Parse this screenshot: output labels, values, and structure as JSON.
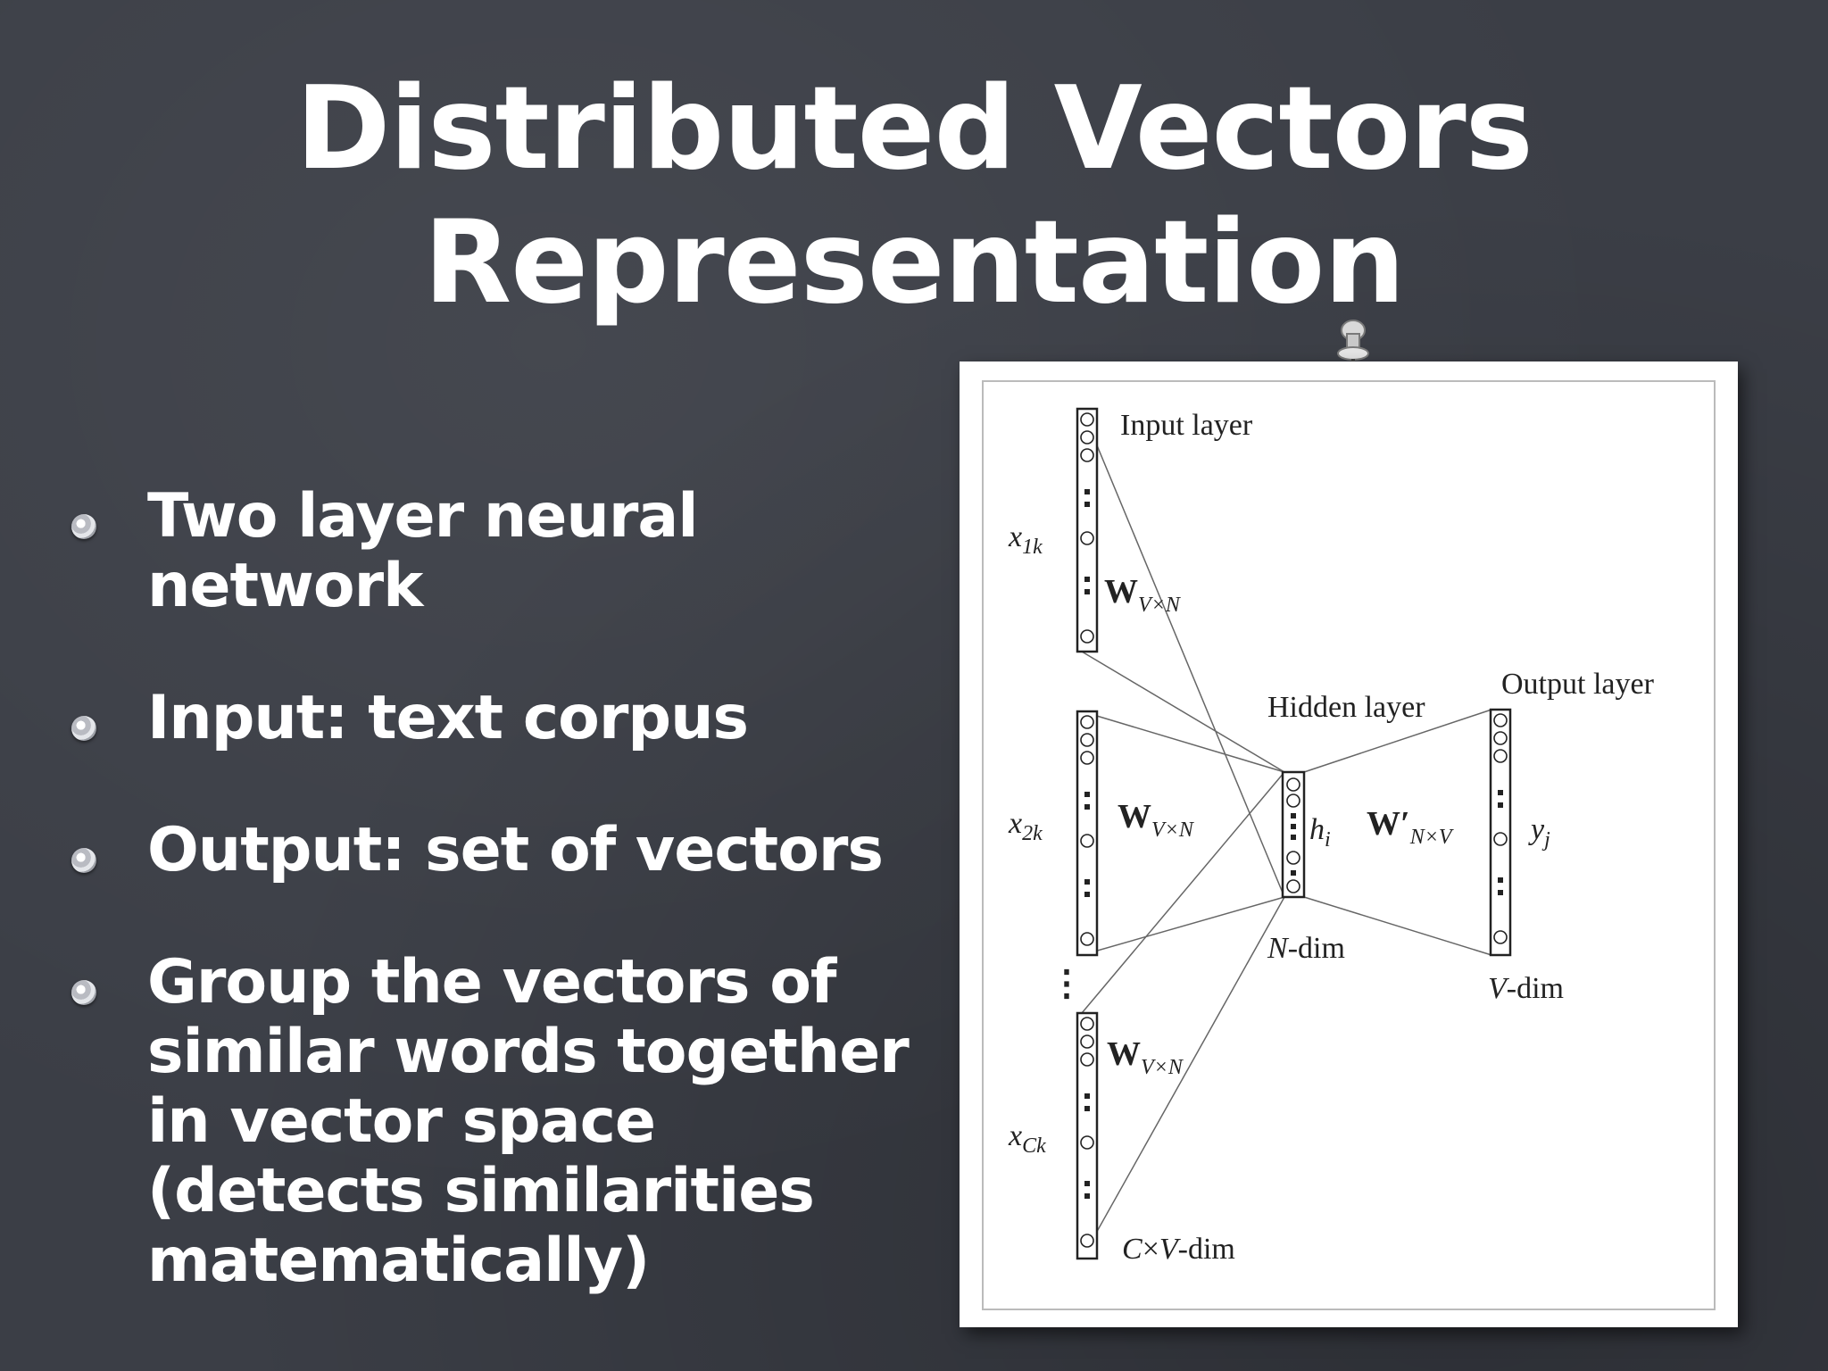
{
  "slide": {
    "title_line1": "Distributed Vectors",
    "title_line2": "Representation",
    "bullets": [
      "Two layer neural network",
      "Input: text corpus",
      "Output: set of vectors",
      "Group the vectors of similar words together in vector space (detects similarities matematically)"
    ]
  },
  "diagram": {
    "input_layer_label": "Input layer",
    "hidden_layer_label": "Hidden layer",
    "output_layer_label": "Output layer",
    "x1k_base": "x",
    "x1k_sub": "1k",
    "x2k_base": "x",
    "x2k_sub": "2k",
    "xck_base": "x",
    "xck_sub": "Ck",
    "w1_base": "W",
    "w1_sub": "V×N",
    "w2_base": "W",
    "w2_sub": "V×N",
    "w3_base": "W",
    "w3_sub": "V×N",
    "wout_base": "W′",
    "wout_sub": "N×V",
    "h_base": "h",
    "h_sub": "i",
    "y_base": "y",
    "y_sub": "j",
    "n_dim_base": "N",
    "n_dim_rest": "-dim",
    "v_dim_base": "V",
    "v_dim_rest": "-dim",
    "cv_dim_c": "C",
    "cv_dim_times": "×",
    "cv_dim_v": "V",
    "cv_dim_rest": "-dim",
    "vertical_ellipsis": "⋮"
  },
  "colors": {
    "background": "#3b3e46",
    "text": "#ffffff",
    "diagram_ink": "#222222"
  }
}
